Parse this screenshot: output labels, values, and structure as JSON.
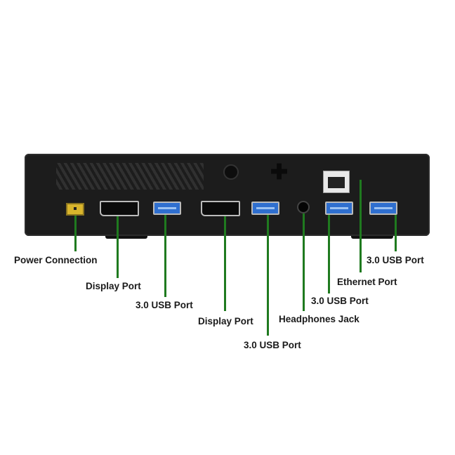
{
  "colors": {
    "device": "#1c1c1c",
    "leader_line": "#1f7a1f",
    "usb": "#2f6fcf",
    "power": "#d9b52c"
  },
  "labels": {
    "power": "Power Connection",
    "display_port_1": "Display Port",
    "usb_1": "3.0 USB Port",
    "display_port_2": "Display Port",
    "usb_2": "3.0 USB Port",
    "headphones": "Headphones Jack",
    "usb_3": "3.0 USB Port",
    "ethernet": "Ethernet Port",
    "usb_4": "3.0 USB Port"
  }
}
